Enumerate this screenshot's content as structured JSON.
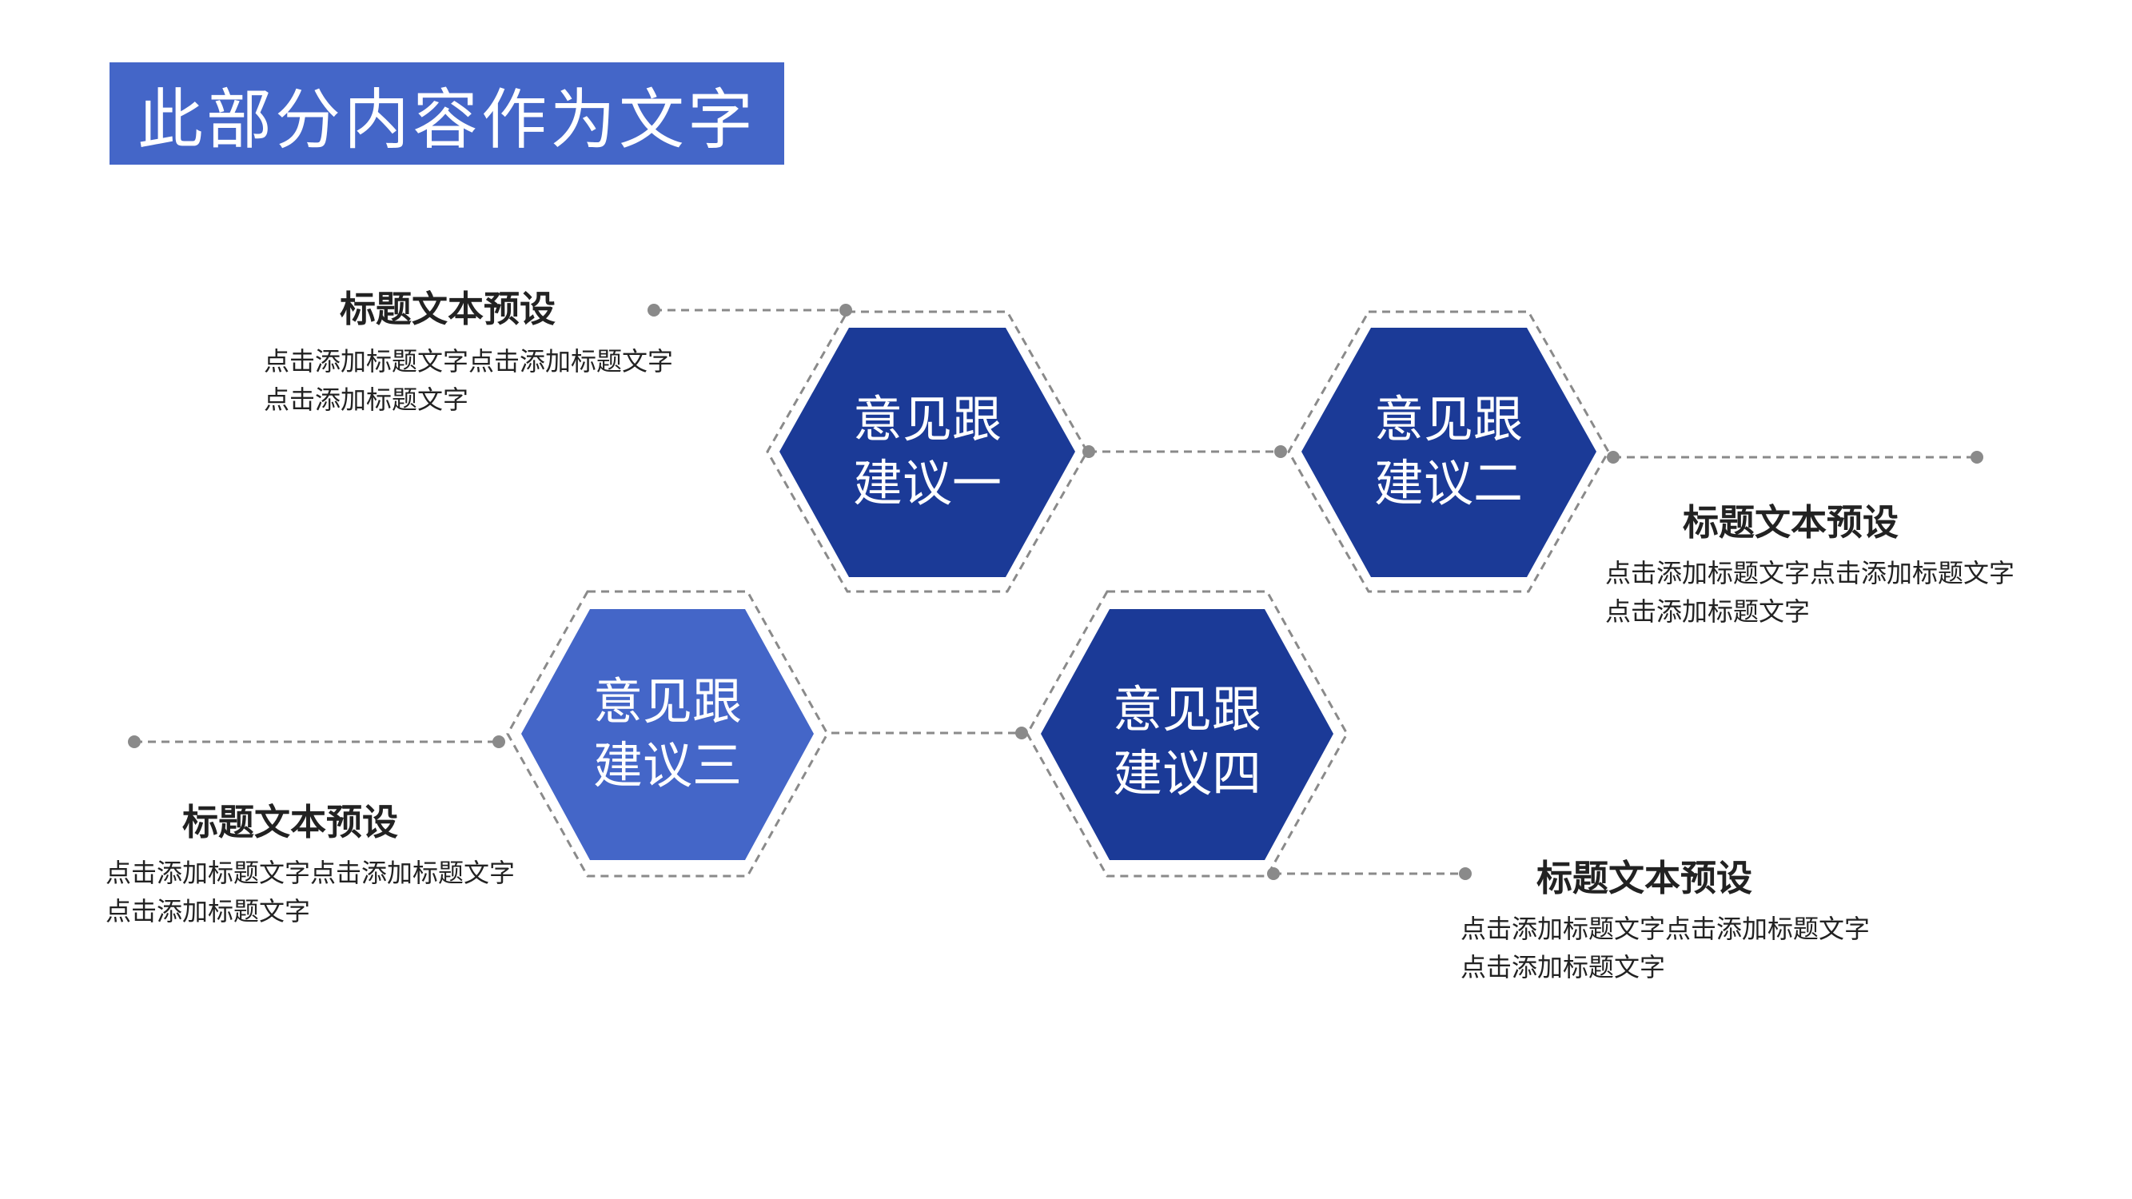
{
  "header": {
    "title": "此部分内容作为文字"
  },
  "colors": {
    "accent": "#4466c8",
    "hex_dark": "#1b3a97",
    "hex_light": "#4466c8",
    "connector": "#8a8a8a",
    "text": "#222222"
  },
  "hexagons": [
    {
      "line1": "意见跟",
      "line2": "建议一"
    },
    {
      "line1": "意见跟",
      "line2": "建议二"
    },
    {
      "line1": "意见跟",
      "line2": "建议三"
    },
    {
      "line1": "意见跟",
      "line2": "建议四"
    }
  ],
  "blocks": [
    {
      "title": "标题文本预设",
      "body": "点击添加标题文字点击添加标题文字点击添加标题文字"
    },
    {
      "title": "标题文本预设",
      "body": "点击添加标题文字点击添加标题文字点击添加标题文字"
    },
    {
      "title": "标题文本预设",
      "body": "点击添加标题文字点击添加标题文字点击添加标题文字"
    },
    {
      "title": "标题文本预设",
      "body": "点击添加标题文字点击添加标题文字点击添加标题文字"
    }
  ]
}
